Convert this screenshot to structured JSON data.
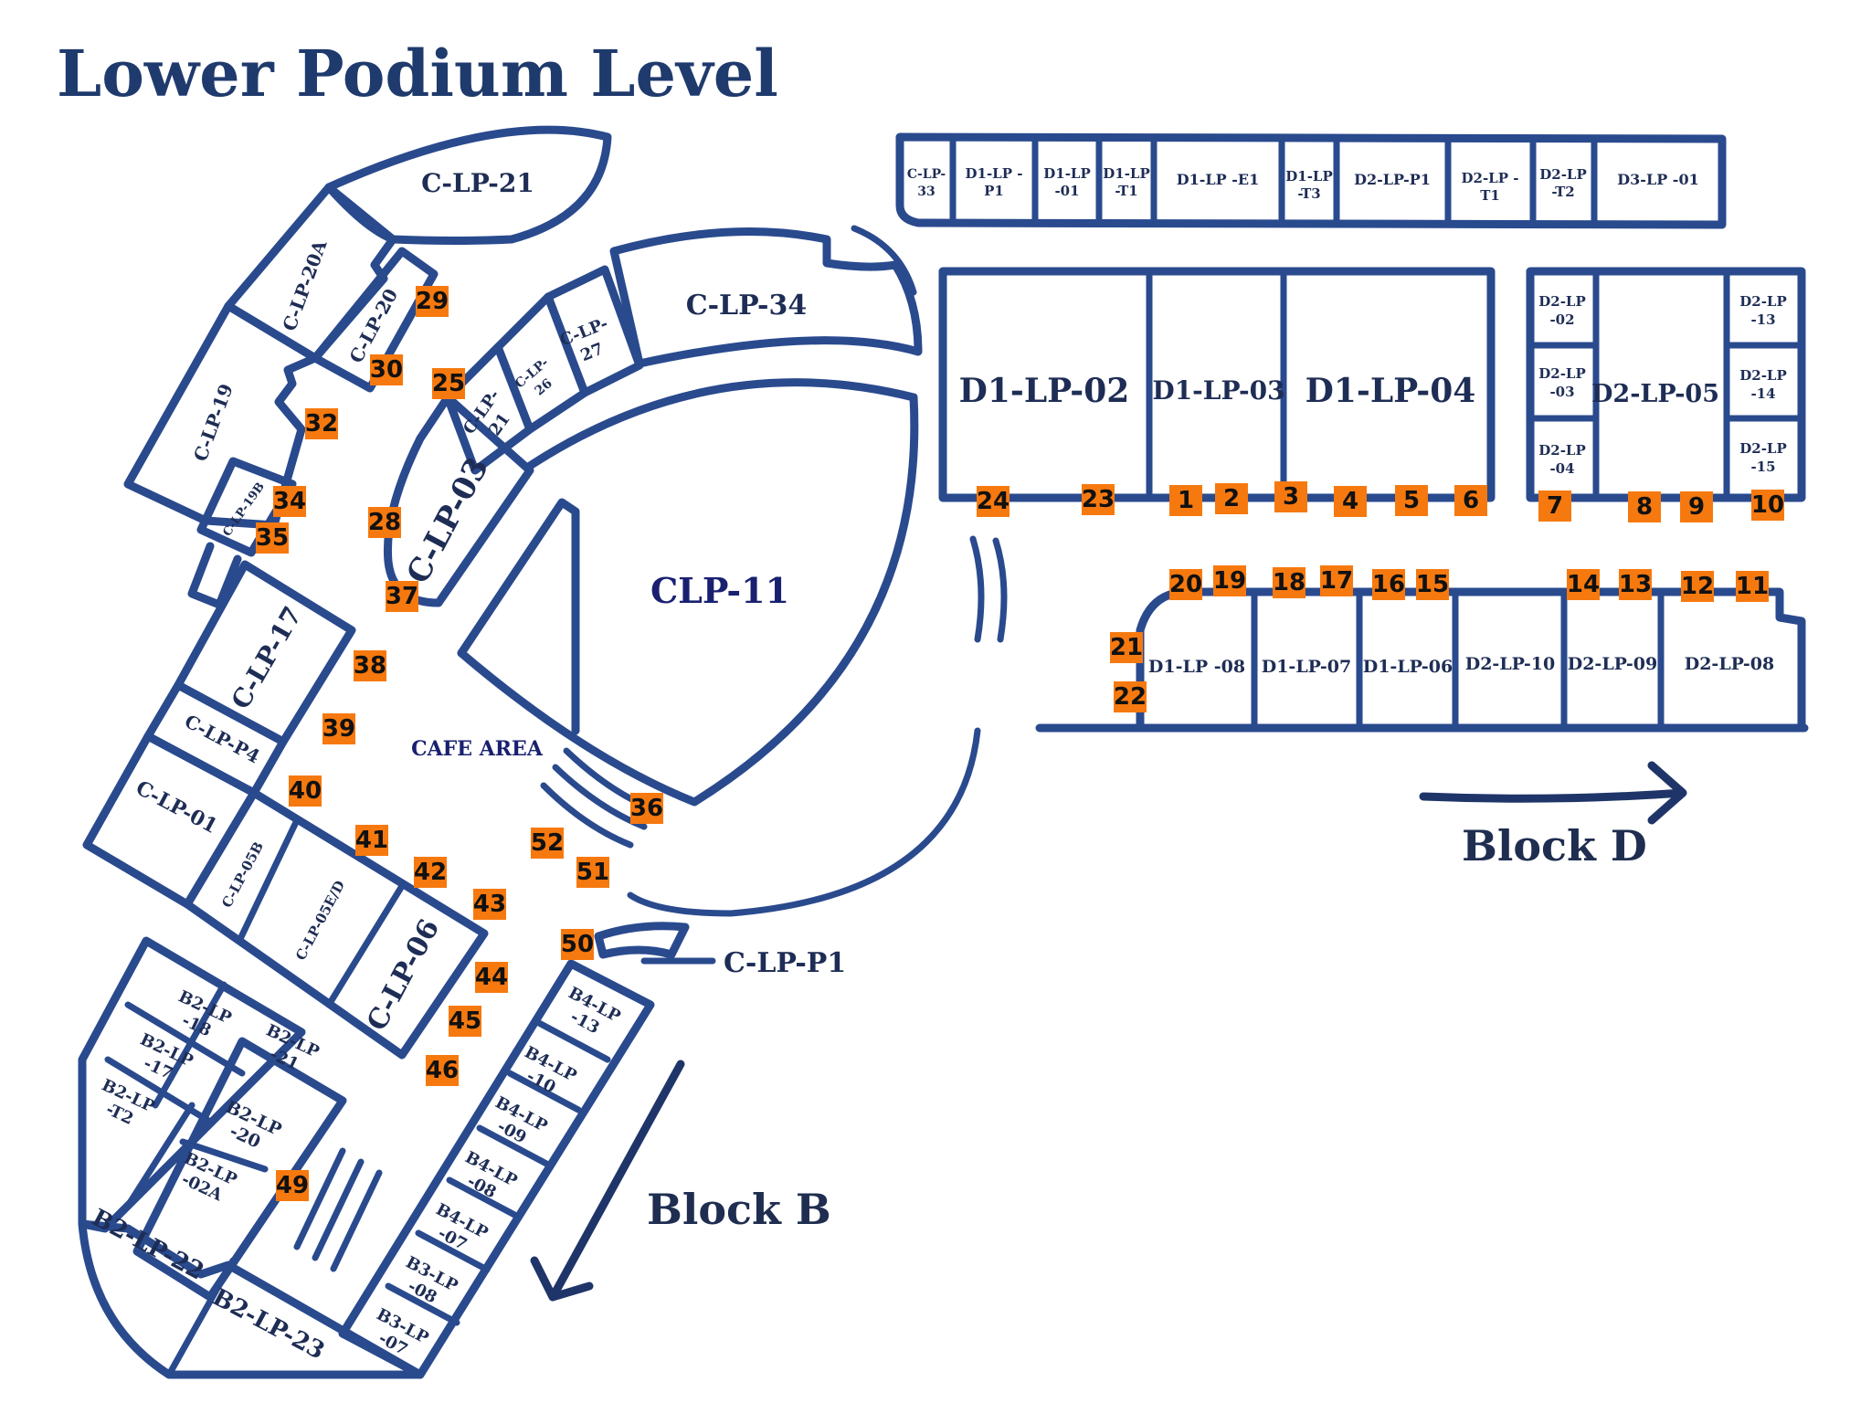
{
  "title": "Lower Podium Level",
  "blocks": {
    "block_d": "Block D",
    "block_b": "Block B"
  },
  "central": {
    "main_hall": "CLP-11",
    "cafe": "CAFE AREA",
    "pointer": "C-LP-P1"
  },
  "colors": {
    "wall": "#2a4a8e",
    "marker": "#f6790f",
    "title": "#1f3a6d"
  },
  "rooms": {
    "c_lp_21": "C-LP-21",
    "c_lp_20a": "C-LP-20A",
    "c_lp_20": "C-LP-20",
    "c_lp_19": "C-LP-19",
    "c_lp_19b": "C-LP-19B",
    "c_lp_34": "C-LP-34",
    "c_lp_27": [
      "C-LP-",
      "27"
    ],
    "c_lp_26": [
      "C-LP-",
      "26"
    ],
    "c_lp_21b": [
      "C-LP-",
      "21"
    ],
    "c_lp_03": "C-LP-03",
    "c_lp_17": "C-LP-17",
    "c_lp_p4": "C-LP-P4",
    "c_lp_01": "C-LP-01",
    "c_lp_05b": "C-LP-05B",
    "c_lp_05ed": "C-LP-05E/D",
    "c_lp_06": "C-LP-06",
    "c_lp_33": [
      "C-LP-",
      "33"
    ],
    "d1_lp_p1": [
      "D1-LP -",
      "P1"
    ],
    "d1_lp_01": [
      "D1-LP",
      "-01"
    ],
    "d1_lp_t1": [
      "D1-LP",
      "-T1"
    ],
    "d1_lp_e1": "D1-LP -E1",
    "d1_lp_t3": [
      "D1-LP",
      "-T3"
    ],
    "d2_lp_p1": "D2-LP-P1",
    "d2_lp_t1": [
      "D2-LP -",
      "T1"
    ],
    "d2_lp_t2": [
      "D2-LP",
      "-T2"
    ],
    "d3_lp_01": "D3-LP -01",
    "d1_lp_02": "D1-LP-02",
    "d1_lp_03": "D1-LP-03",
    "d1_lp_04": "D1-LP-04",
    "d2_lp_02": [
      "D2-LP",
      "-02"
    ],
    "d2_lp_03": [
      "D2-LP",
      "-03"
    ],
    "d2_lp_04": [
      "D2-LP",
      "-04"
    ],
    "d2_lp_05": "D2-LP-05",
    "d2_lp_13": [
      "D2-LP",
      "-13"
    ],
    "d2_lp_14": [
      "D2-LP",
      "-14"
    ],
    "d2_lp_15": [
      "D2-LP",
      "-15"
    ],
    "d1_lp_08": "D1-LP -08",
    "d1_lp_07": "D1-LP-07",
    "d1_lp_06": "D1-LP-06",
    "d2_lp_10": "D2-LP-10",
    "d2_lp_09": "D2-LP-09",
    "d2_lp_08": "D2-LP-08",
    "b2_lp_18": [
      "B2-LP",
      "-18"
    ],
    "b2_lp_17": [
      "B2-LP",
      "-17"
    ],
    "b2_lp_t2": [
      "B2-LP",
      "-T2"
    ],
    "b2_lp_21": [
      "B2-LP",
      "-21"
    ],
    "b2_lp_20": [
      "B2-LP",
      "-20"
    ],
    "b2_lp_02a": [
      "B2-LP",
      "-02A"
    ],
    "b2_lp_22": "B2-LP-22",
    "b2_lp_23": "B2-LP-23",
    "b4_lp_13": [
      "B4-LP",
      "-13"
    ],
    "b4_lp_10": [
      "B4-LP",
      "-10"
    ],
    "b4_lp_09": [
      "B4-LP",
      "-09"
    ],
    "b4_lp_08": [
      "B4-LP",
      "-08"
    ],
    "b4_lp_07": [
      "B4-LP",
      "-07"
    ],
    "b3_lp_08": [
      "B3-LP",
      "-08"
    ],
    "b3_lp_07": [
      "B3-LP",
      "-07"
    ]
  },
  "markers": [
    "1",
    "2",
    "3",
    "4",
    "5",
    "6",
    "7",
    "8",
    "9",
    "10",
    "11",
    "12",
    "13",
    "14",
    "15",
    "16",
    "17",
    "18",
    "19",
    "20",
    "21",
    "22",
    "23",
    "24",
    "25",
    "28",
    "29",
    "30",
    "32",
    "34",
    "35",
    "36",
    "37",
    "38",
    "39",
    "40",
    "41",
    "42",
    "43",
    "44",
    "45",
    "46",
    "49",
    "50",
    "51",
    "52"
  ]
}
